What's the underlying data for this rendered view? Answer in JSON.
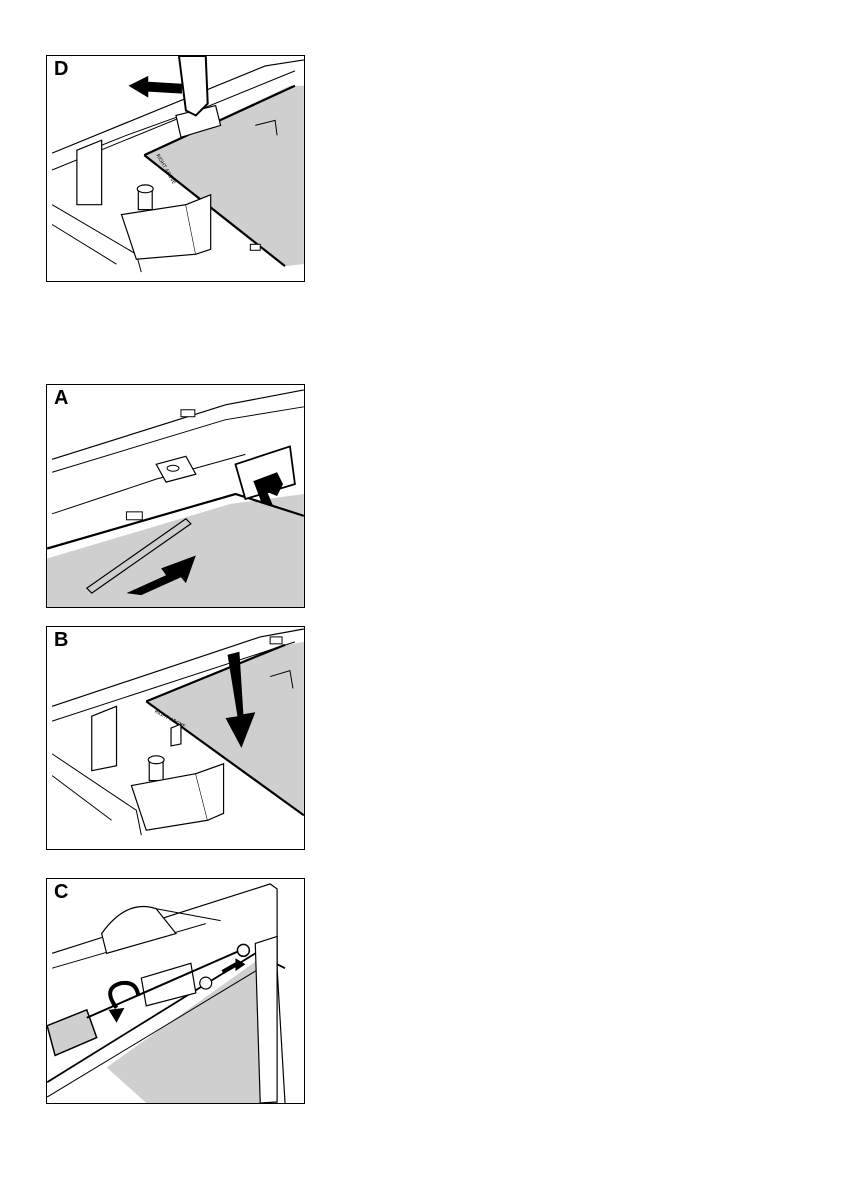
{
  "figures": [
    {
      "label": "D",
      "stamp": "RIGHT ABOVE"
    },
    {
      "label": "A"
    },
    {
      "label": "B",
      "stamp": "RIGHT ABOVE"
    },
    {
      "label": "C"
    }
  ],
  "colors": {
    "panel_gray": "#cfcfcf",
    "line": "#000000",
    "border": "#000000",
    "background": "#ffffff"
  }
}
